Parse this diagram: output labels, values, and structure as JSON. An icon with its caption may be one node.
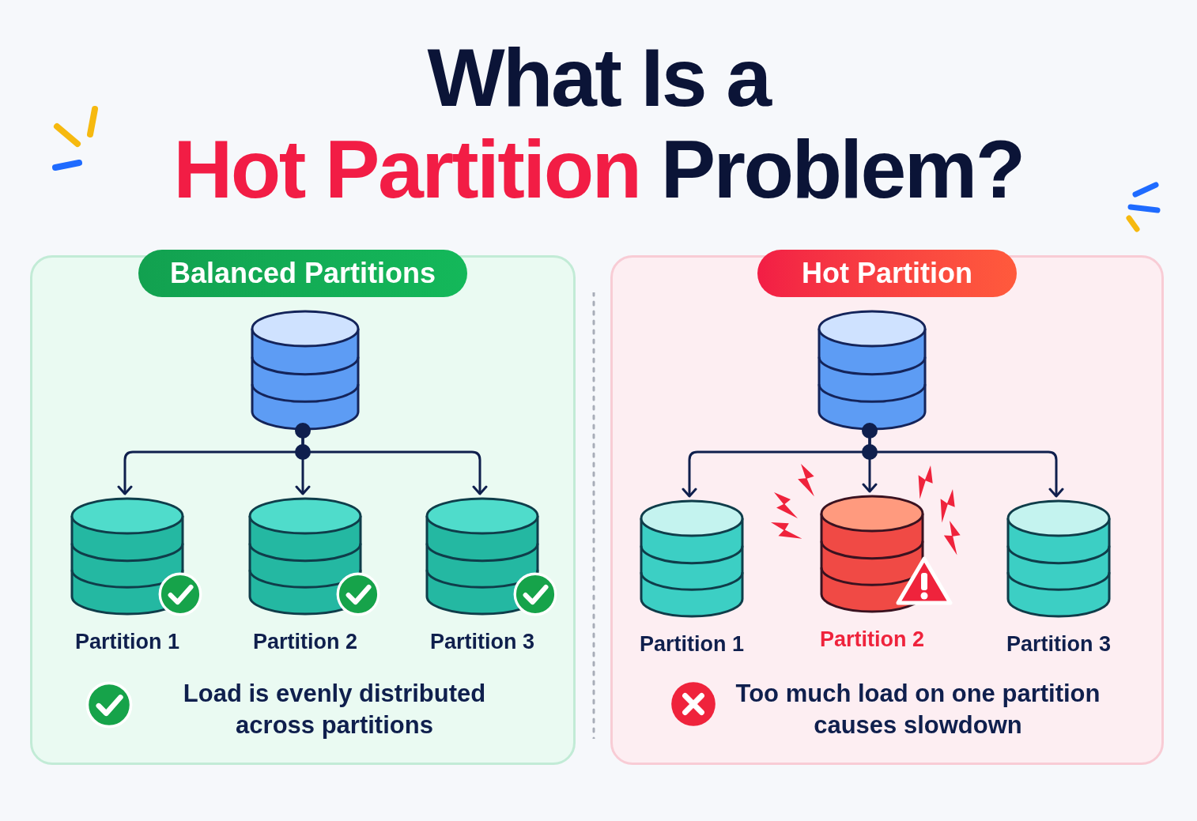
{
  "diagram": {
    "title": "What Is a **Hot Partition** Problem?",
    "nodes": [
      {
        "text": [
          "Balanced Partitions",
          "Load is evenly distributed across partitions"
        ]
      },
      {
        "text": [],
        "shape": "cylinder",
        "in": 0
      },
      {
        "text": [
          "Partition 1"
        ],
        "in": 0
      },
      {
        "text": [
          "Partition 2"
        ],
        "in": 0
      },
      {
        "text": [
          "Partition 3"
        ],
        "in": 0
      },
      {
        "text": [
          "Hot Partition",
          "Too much load on one partition causes slowdown"
        ]
      },
      {
        "text": [],
        "shape": "cylinder",
        "in": 5
      },
      {
        "text": [
          "Partition 1"
        ],
        "in": 5
      },
      {
        "text": [
          "Partition 2"
        ],
        "in": 5
      },
      {
        "text": [
          "Partition 3"
        ],
        "in": 5
      }
    ],
    "edges": [
      {
        "from": 1,
        "to": 2,
        "arrow": "to"
      },
      {
        "from": 1,
        "to": 3,
        "arrow": "to"
      },
      {
        "from": 1,
        "to": 4,
        "arrow": "to"
      },
      {
        "from": 6,
        "to": 7,
        "arrow": "to"
      },
      {
        "from": 6,
        "to": 8,
        "arrow": "to"
      },
      {
        "from": 6,
        "to": 9,
        "arrow": "to"
      }
    ]
  }
}
